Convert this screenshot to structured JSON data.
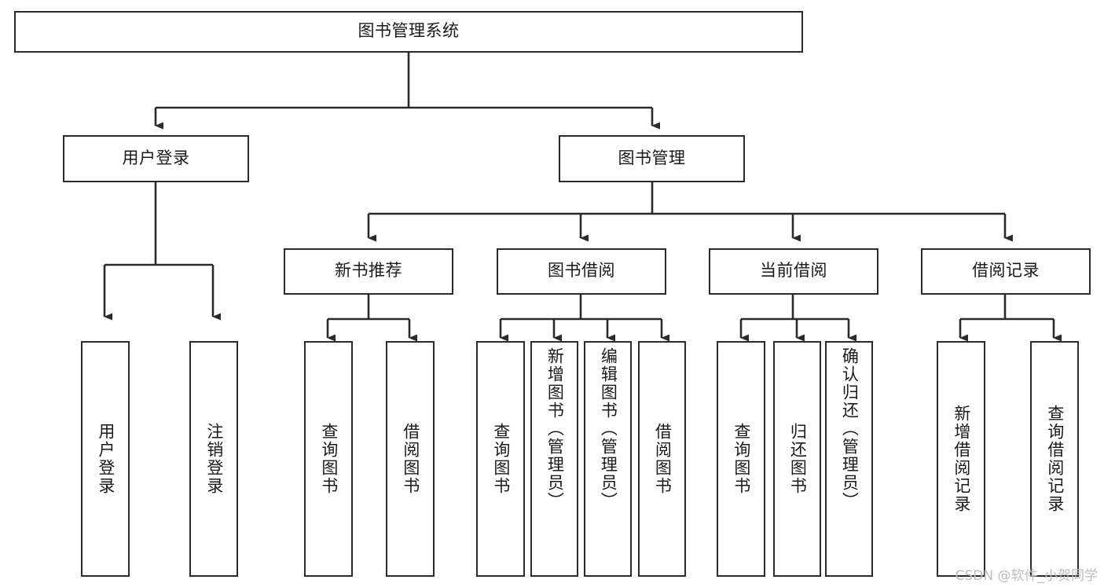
{
  "diagram": {
    "title_node": {
      "label": "图书管理系统"
    },
    "level2": [
      {
        "id": "user-login",
        "label": "用户登录"
      },
      {
        "id": "book-management",
        "label": "图书管理"
      }
    ],
    "level3": [
      {
        "id": "new-book-recommend",
        "label": "新书推荐"
      },
      {
        "id": "book-borrow",
        "label": "图书借阅"
      },
      {
        "id": "current-borrow",
        "label": "当前借阅"
      },
      {
        "id": "borrow-record",
        "label": "借阅记录"
      }
    ],
    "leaves": [
      {
        "id": "leaf-user-login",
        "label": "用户登录",
        "align": "middle"
      },
      {
        "id": "leaf-logout-login",
        "label": "注销登录",
        "align": "middle"
      },
      {
        "id": "leaf-query-book-1",
        "label": "查询图书",
        "align": "middle"
      },
      {
        "id": "leaf-borrow-book-1",
        "label": "借阅图书",
        "align": "middle"
      },
      {
        "id": "leaf-query-book-2",
        "label": "查询图书",
        "align": "middle"
      },
      {
        "id": "leaf-add-book",
        "label": "新增图书（管理员）",
        "align": "top"
      },
      {
        "id": "leaf-edit-book",
        "label": "编辑图书（管理员）",
        "align": "top"
      },
      {
        "id": "leaf-borrow-book-2",
        "label": "借阅图书",
        "align": "middle"
      },
      {
        "id": "leaf-query-book-3",
        "label": "查询图书",
        "align": "middle"
      },
      {
        "id": "leaf-return-book",
        "label": "归还图书",
        "align": "middle"
      },
      {
        "id": "leaf-confirm-return",
        "label": "确认归还（管理员）",
        "align": "top"
      },
      {
        "id": "leaf-add-borrow-record",
        "label": "新增借阅记录",
        "align": "middle"
      },
      {
        "id": "leaf-query-borrow-record",
        "label": "查询借阅记录",
        "align": "middle"
      }
    ]
  },
  "watermark": {
    "text": "CSDN @软件_小贺同学"
  },
  "colors": {
    "stroke": "#2b2b2b",
    "background": "#ffffff",
    "text": "#1a1a1a",
    "watermark": "#bdbdbd"
  }
}
